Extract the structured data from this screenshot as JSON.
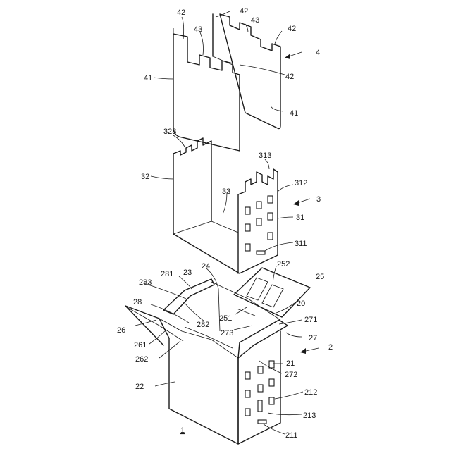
{
  "labels": {
    "l42a": "42",
    "l43a": "43",
    "l42b": "42",
    "l43b": "43",
    "l42c": "42",
    "l4": "4",
    "l42d": "42",
    "l41a": "41",
    "l41b": "41",
    "l323": "323",
    "l32": "32",
    "l313": "313",
    "l312": "312",
    "l33": "33",
    "l3": "3",
    "l31": "31",
    "l311": "311",
    "l24": "24",
    "l281": "281",
    "l23": "23",
    "l252": "252",
    "l25": "25",
    "l283": "283",
    "l28": "28",
    "l20": "20",
    "l251": "251",
    "l282": "282",
    "l271": "271",
    "l26": "26",
    "l273": "273",
    "l27": "27",
    "l261": "261",
    "l2": "2",
    "l262": "262",
    "l21": "21",
    "l272": "272",
    "l22": "22",
    "l212": "212",
    "l213": "213",
    "l1": "1",
    "l211": "211"
  }
}
